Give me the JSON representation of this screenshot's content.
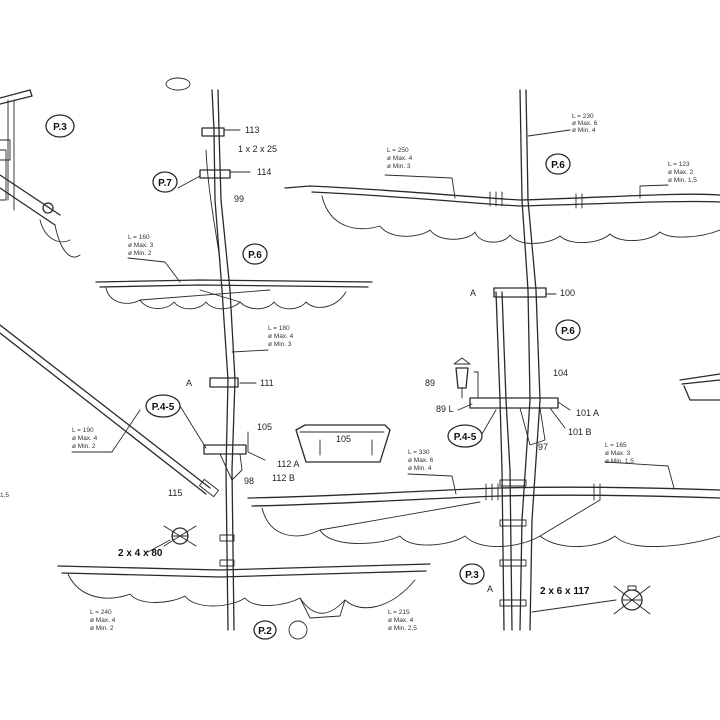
{
  "refs": {
    "p3_top": "P.3",
    "p7": "P.7",
    "p6_left": "P.6",
    "p6_top": "P.6",
    "p6_mid": "P.6",
    "p45_left": "P.4-5",
    "p45_right": "P.4-5",
    "p3_bottom": "P.3",
    "p2": "P.2"
  },
  "parts": {
    "n113": "113",
    "n1x2x25": "1 x 2 x 25",
    "n114": "114",
    "n99": "99",
    "n111": "111",
    "a_left": "A",
    "n105": "105",
    "n105_box": "105",
    "n112a": "112 A",
    "n112b": "112 B",
    "n98": "98",
    "n115": "115",
    "n2x4x80": "2 x 4 x 80",
    "a_top": "A",
    "n100": "100",
    "n89": "89",
    "n89l": "89 L",
    "n104": "104",
    "n101a": "101 A",
    "n101b": "101 B",
    "n97": "97",
    "a_bottom": "A",
    "n2x6x117": "2 x 6 x 117"
  },
  "specs": {
    "s230": [
      "L = 230",
      "ø Max. 6",
      "ø Min. 4"
    ],
    "s250": [
      "L = 250",
      "ø Max. 4",
      "ø Min. 3"
    ],
    "s123": [
      "L = 123",
      "ø Max. 2",
      "ø Min. 1,5"
    ],
    "s160a": [
      "L = 160",
      "ø Max. 3",
      "ø Min. 2"
    ],
    "s180": [
      "L = 180",
      "ø Max. 4",
      "ø Min. 3"
    ],
    "s190": [
      "L = 190",
      "ø Max. 4",
      "ø Min. 2"
    ],
    "s330": [
      "L = 330",
      "ø Max. 6",
      "ø Min. 4"
    ],
    "s165": [
      "L = 165",
      "ø Max. 3",
      "ø Min. 1,5"
    ],
    "s240": [
      "L = 240",
      "ø Max. 4",
      "ø Min. 2"
    ],
    "s215": [
      "L = 215",
      "ø Max. 4",
      "ø Min. 2,5"
    ],
    "edge_15": "1,5"
  },
  "colors": {
    "ink": "#2a2a2a",
    "paper": "#ffffff"
  }
}
